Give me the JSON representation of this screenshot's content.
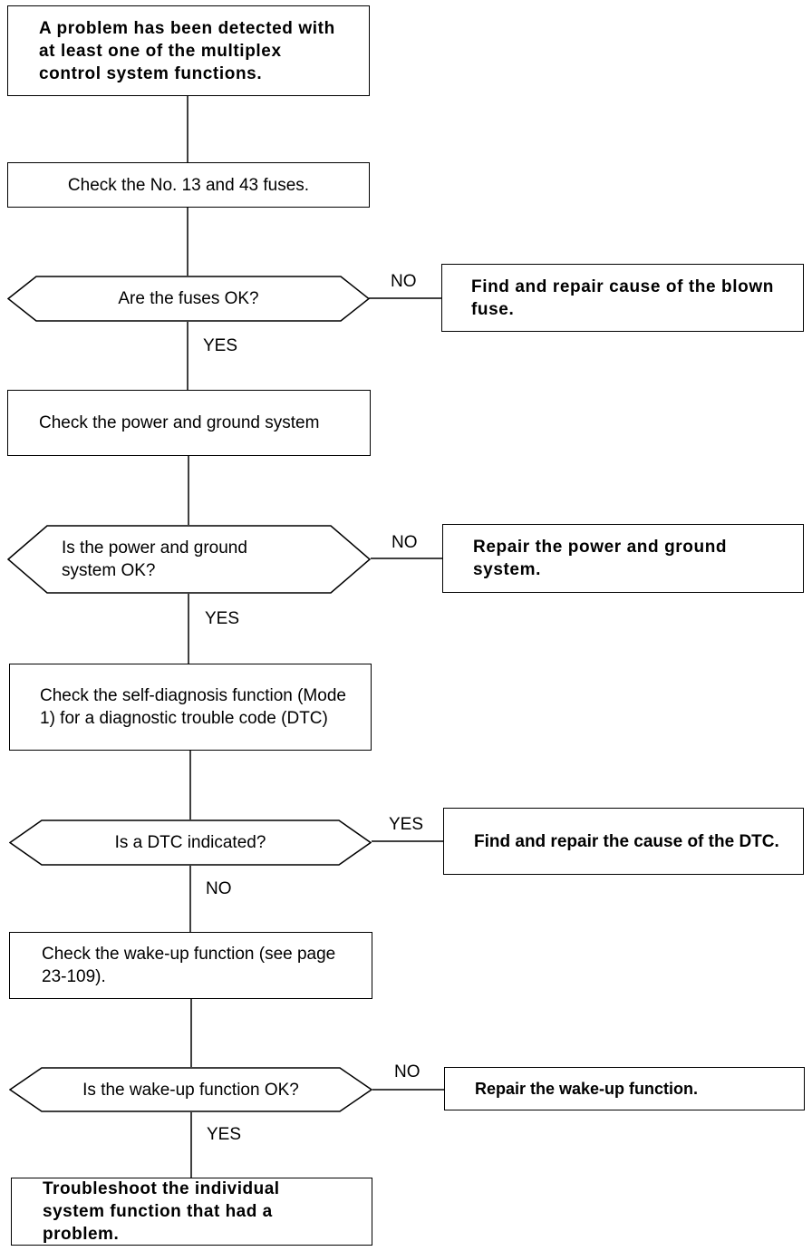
{
  "start": "A problem has been detected with at least one of the multiplex control system functions.",
  "step_fuses": "Check the No. 13 and 43 fuses.",
  "q_fuses": "Are the fuses OK?",
  "q_fuses_no_action": "Find and repair cause of the blown fuse.",
  "step_power": "Check the power and ground system",
  "q_power": "Is the power and ground system OK?",
  "q_power_no_action": "Repair the power and ground system.",
  "step_selfdiag": "Check the self-diagnosis function (Mode 1) for a diagnostic trouble code (DTC)",
  "q_dtc": "Is a DTC indicated?",
  "q_dtc_yes_action": "Find and repair the cause of the DTC.",
  "step_wakeup": "Check the wake-up function (see page 23-109).",
  "q_wakeup": "Is the wake-up function OK?",
  "q_wakeup_no_action": "Repair the wake-up function.",
  "end": "Troubleshoot the individual system function that had a problem.",
  "labels": {
    "yes": "YES",
    "no": "NO"
  }
}
